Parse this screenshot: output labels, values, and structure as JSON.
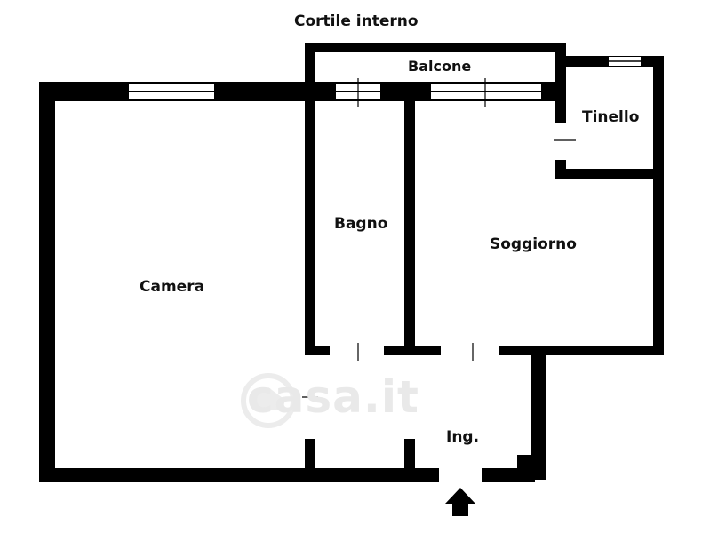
{
  "labels": {
    "courtyard": "Cortile interno",
    "balcony": "Balcone",
    "dining": "Tinello",
    "bathroom": "Bagno",
    "living": "Soggiorno",
    "bedroom": "Camera",
    "entrance": "Ing."
  },
  "watermark": {
    "text": "casa.it",
    "icon": "house-logo-icon"
  },
  "colors": {
    "wall": "#000000",
    "window_fill": "#ffffff",
    "watermark": "#e9e9e9"
  }
}
